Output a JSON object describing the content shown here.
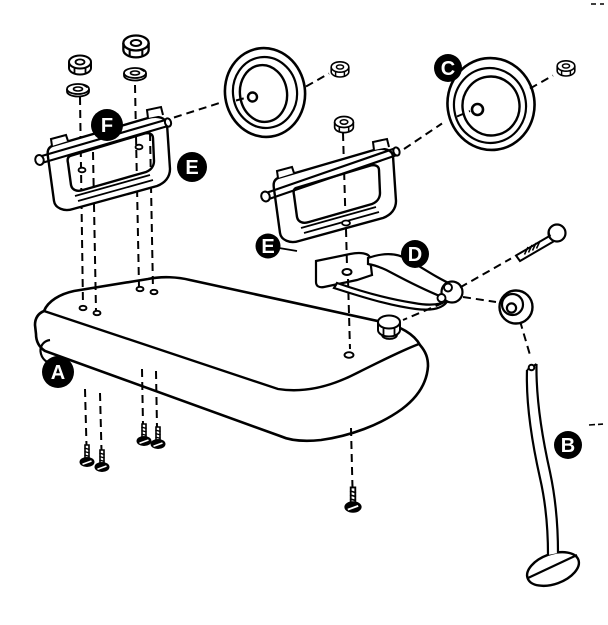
{
  "diagram": {
    "kind": "exploded-parts-diagram",
    "colors": {
      "background": "#ffffff",
      "line": "#000000",
      "callout_fill": "#000000",
      "callout_text": "#ffffff"
    },
    "callouts": {
      "a": "A",
      "b": "B",
      "c": "C",
      "d": "D",
      "e_left": "E",
      "e_right": "E",
      "f": "F"
    }
  }
}
